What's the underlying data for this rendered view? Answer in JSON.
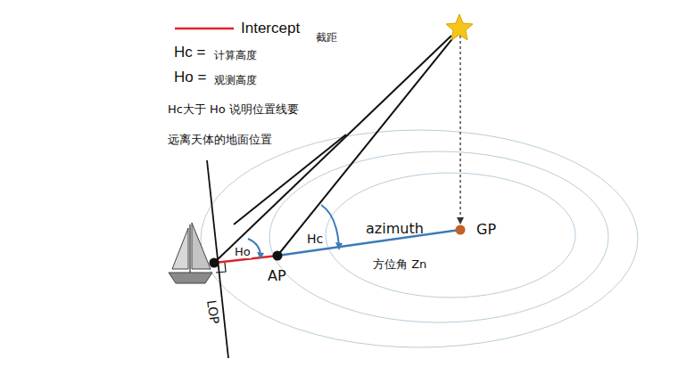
{
  "diagram": {
    "labels": [
      "截距",
      "Hc =",
      "计算高度",
      "Ho =",
      "观测高度",
      "Hc大于 Ho 说明位置线要",
      "远离天体的地面位置",
      "Ho",
      "Hc",
      "AP",
      "GP",
      "azimuth",
      "方位角 Zn",
      "LOP"
    ],
    "legend": [
      {
        "text": "Intercept"
      }
    ]
  }
}
